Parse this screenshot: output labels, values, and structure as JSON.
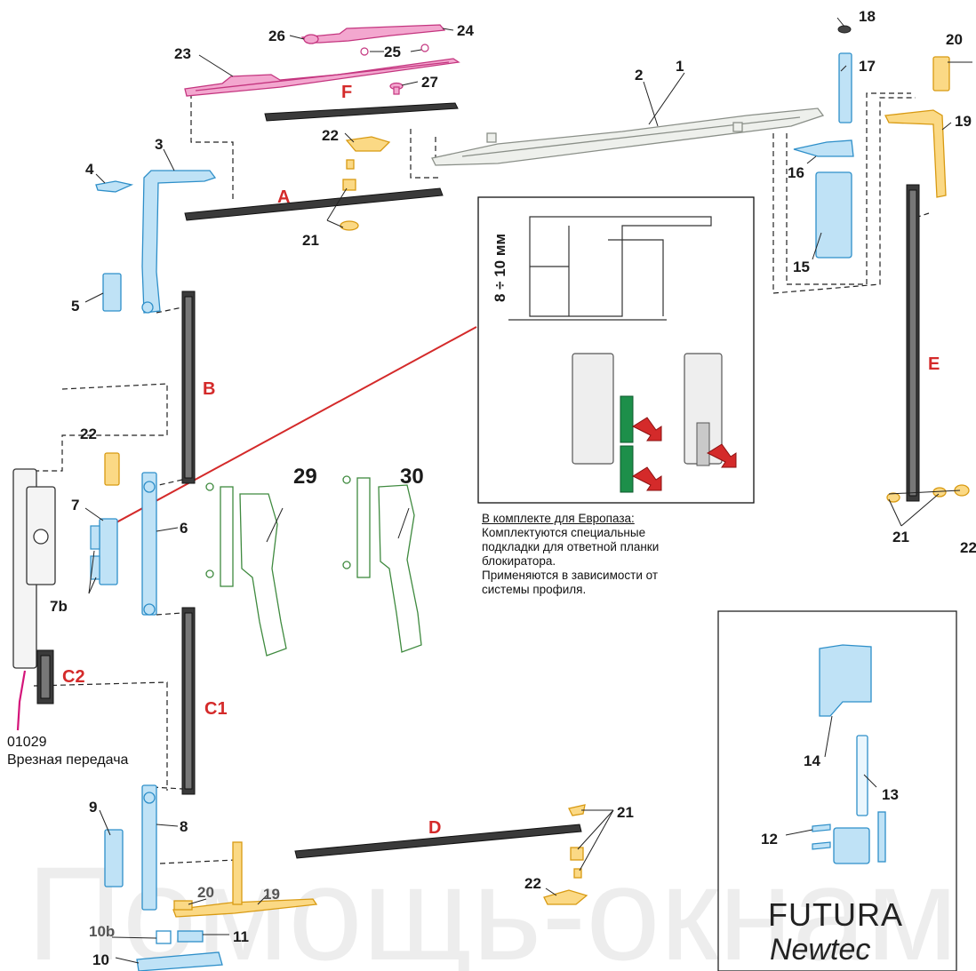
{
  "callouts": {
    "n1": "1",
    "n2": "2",
    "n3": "3",
    "n4": "4",
    "n5": "5",
    "n6": "6",
    "n7": "7",
    "n7b": "7b",
    "n8": "8",
    "n9": "9",
    "n10": "10",
    "n10b": "10b",
    "n11": "11",
    "n12": "12",
    "n13": "13",
    "n14": "14",
    "n15": "15",
    "n16": "16",
    "n17": "17",
    "n18": "18",
    "n19": "19",
    "n20": "20",
    "n21": "21",
    "n22": "22",
    "n23": "23",
    "n24": "24",
    "n25": "25",
    "n26": "26",
    "n27": "27",
    "n29": "29",
    "n30": "30"
  },
  "section_letters": {
    "A": "A",
    "B": "B",
    "C1": "C1",
    "C2": "C2",
    "D": "D",
    "E": "E",
    "F": "F"
  },
  "inset": {
    "dimension": "8 ÷ 10 мм"
  },
  "note": {
    "heading": "В комплекте для Европаза:",
    "lines": [
      "Комплектуются специальные",
      "подкладки для ответной планки",
      "блокиратора.",
      "Применяются в зависимости от",
      "системы профиля."
    ]
  },
  "part_code": {
    "code": "01029",
    "name": "Врезная передача"
  },
  "brand": {
    "line1": "FUTURA",
    "line2": "Newtec"
  },
  "watermark": "Помощь-окнам",
  "colors": {
    "blue_parts": "#3aa3e0",
    "pink_parts": "#e0509a",
    "orange_parts": "#f2b522",
    "green_parts": "#3f8a3f",
    "grey_parts": "#8a8f88",
    "section_letters": "#d42a2a",
    "leader_red": "#d42a2a",
    "leader_magenta": "#d4157a"
  }
}
